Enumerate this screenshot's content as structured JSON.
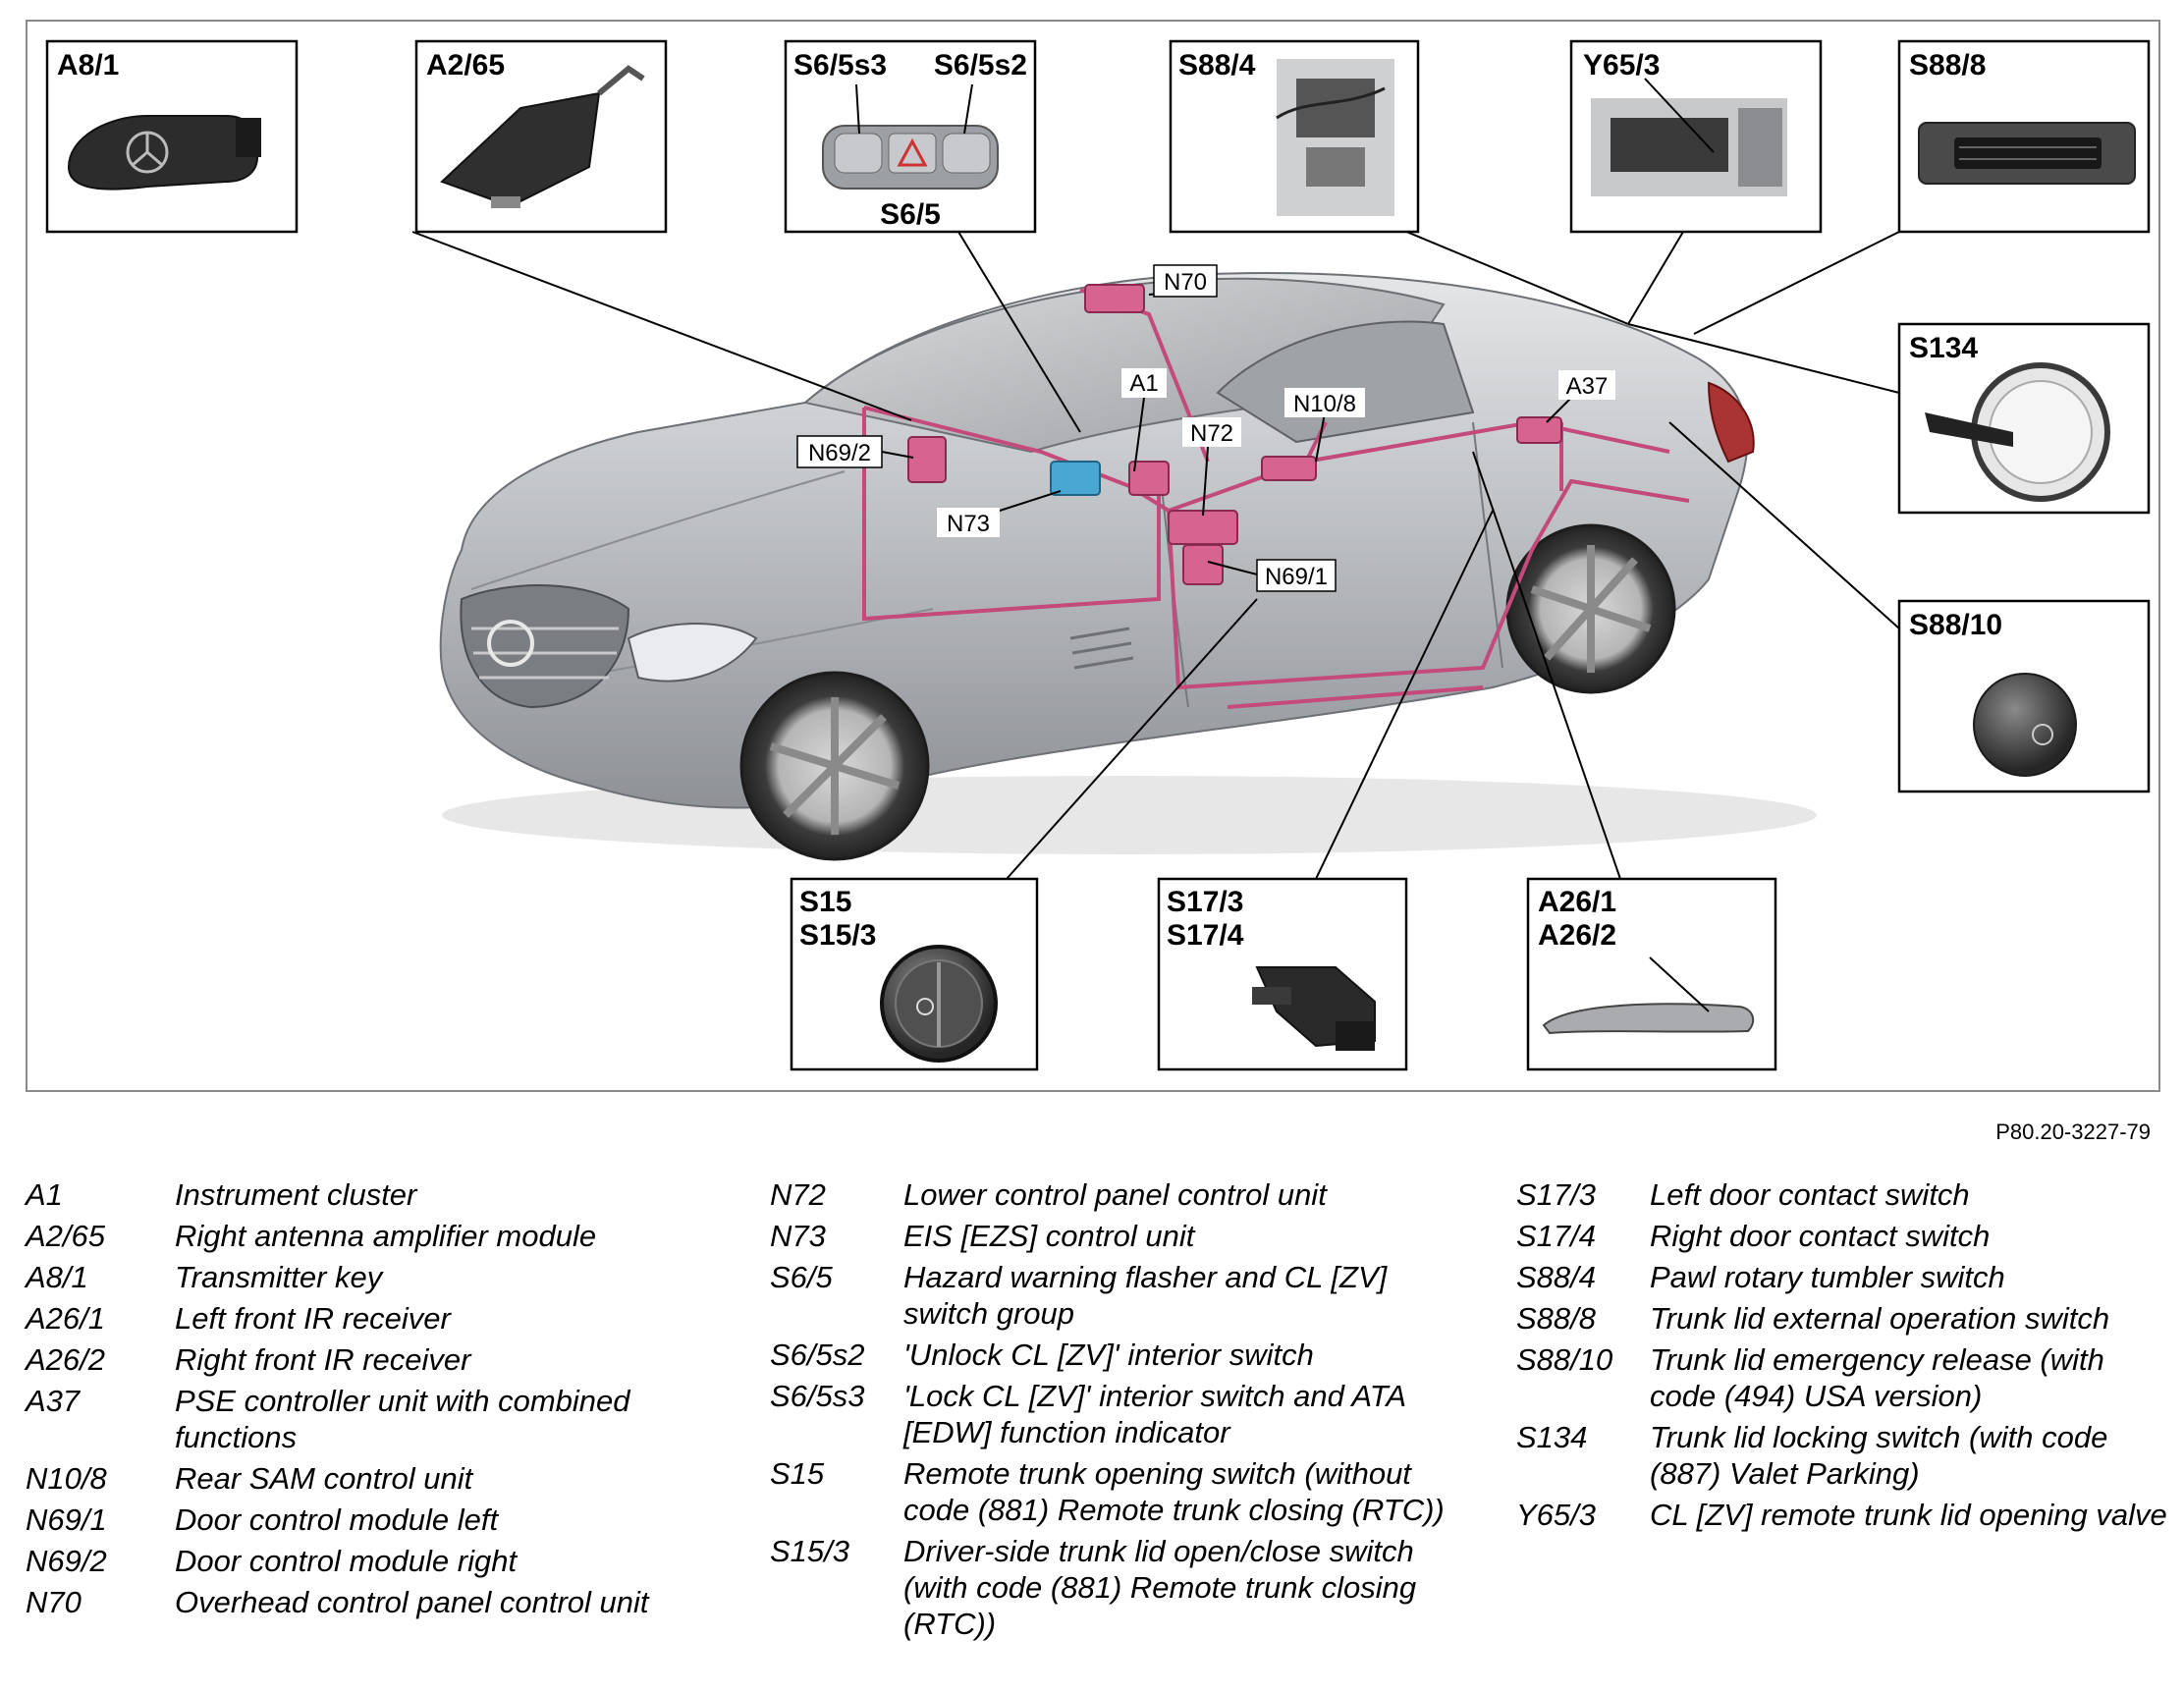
{
  "figure_id": "P80.20-3227-79",
  "component_boxes": [
    {
      "label": "A8/1"
    },
    {
      "label": "A2/65"
    },
    {
      "label": "S6/5s3",
      "label2": "S6/5s2",
      "caption": "S6/5"
    },
    {
      "label": "S88/4"
    },
    {
      "label": "Y65/3"
    },
    {
      "label": "S88/8"
    },
    {
      "label": "S134"
    },
    {
      "label": "S88/10"
    },
    {
      "label": "S15",
      "label2": "S15/3"
    },
    {
      "label": "S17/3",
      "label2": "S17/4"
    },
    {
      "label": "A26/1",
      "label2": "A26/2"
    }
  ],
  "callouts": [
    "N70",
    "A1",
    "N10/8",
    "A37",
    "N72",
    "N69/2",
    "N73",
    "N69/1"
  ],
  "legend": [
    [
      {
        "code": "A1",
        "desc": "Instrument cluster"
      },
      {
        "code": "A2/65",
        "desc": "Right antenna amplifier module"
      },
      {
        "code": "A8/1",
        "desc": "Transmitter key"
      },
      {
        "code": "A26/1",
        "desc": "Left front IR receiver"
      },
      {
        "code": "A26/2",
        "desc": "Right front IR receiver"
      },
      {
        "code": "A37",
        "desc": "PSE controller unit with combined functions"
      },
      {
        "code": "N10/8",
        "desc": "Rear SAM control unit"
      },
      {
        "code": "N69/1",
        "desc": "Door control module left"
      },
      {
        "code": "N69/2",
        "desc": "Door control module right"
      },
      {
        "code": "N70",
        "desc": "Overhead control panel control unit"
      }
    ],
    [
      {
        "code": "N72",
        "desc": "Lower control panel control unit"
      },
      {
        "code": "N73",
        "desc": "EIS [EZS] control unit"
      },
      {
        "code": "S6/5",
        "desc": "Hazard warning flasher and CL [ZV] switch group"
      },
      {
        "code": "S6/5s2",
        "desc": "'Unlock CL [ZV]' interior switch"
      },
      {
        "code": "S6/5s3",
        "desc": "'Lock CL [ZV]' interior switch and ATA [EDW] function indicator"
      },
      {
        "code": "S15",
        "desc": "Remote trunk opening switch (without code (881) Remote trunk closing (RTC))"
      },
      {
        "code": "S15/3",
        "desc": "Driver-side trunk lid open/close switch (with code (881) Remote trunk closing (RTC))"
      }
    ],
    [
      {
        "code": "S17/3",
        "desc": "Left door contact switch"
      },
      {
        "code": "S17/4",
        "desc": "Right door contact switch"
      },
      {
        "code": "S88/4",
        "desc": "Pawl rotary tumbler switch"
      },
      {
        "code": "S88/8",
        "desc": "Trunk lid external operation switch"
      },
      {
        "code": "S88/10",
        "desc": "Trunk lid emergency release (with code (494) USA version)"
      },
      {
        "code": "S134",
        "desc": "Trunk lid locking switch (with code (887) Valet Parking)"
      },
      {
        "code": "Y65/3",
        "desc": "CL [ZV] remote trunk lid opening valve"
      }
    ]
  ]
}
